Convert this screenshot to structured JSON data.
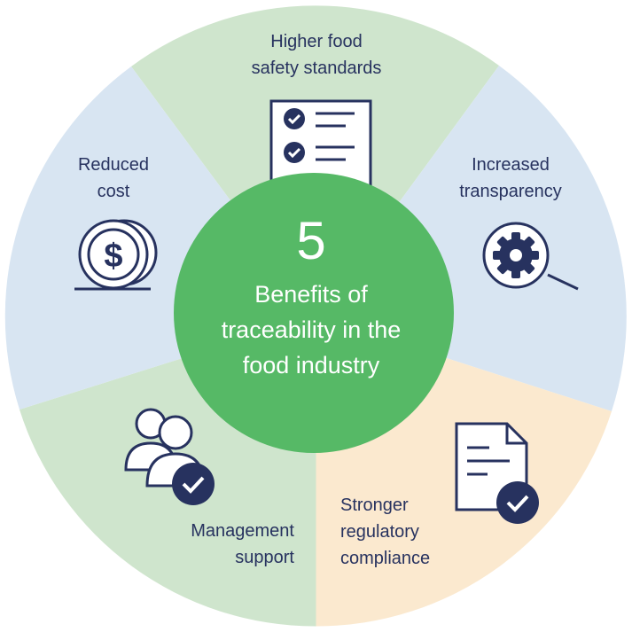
{
  "center": {
    "number": "5",
    "lines": [
      "Benefits of",
      "traceability in the",
      "food industry"
    ]
  },
  "segments": [
    {
      "id": "food-safety",
      "lines": [
        "Higher food",
        "safety standards"
      ],
      "icon": "checklist-icon"
    },
    {
      "id": "transparency",
      "lines": [
        "Increased",
        "transparency"
      ],
      "icon": "gear-magnifier-icon"
    },
    {
      "id": "regulatory",
      "lines": [
        "Stronger",
        "regulatory",
        "compliance"
      ],
      "icon": "document-check-icon"
    },
    {
      "id": "management",
      "lines": [
        "Management",
        "support"
      ],
      "icon": "people-check-icon"
    },
    {
      "id": "cost",
      "lines": [
        "Reduced",
        "cost"
      ],
      "icon": "coin-stack-icon"
    }
  ],
  "colors": {
    "green_segment": "#cfe5cd",
    "blue_segment": "#d8e5f2",
    "peach_segment": "#fbe9cf",
    "center": "#56b966",
    "navy": "#27325f",
    "text": "#27325f"
  }
}
